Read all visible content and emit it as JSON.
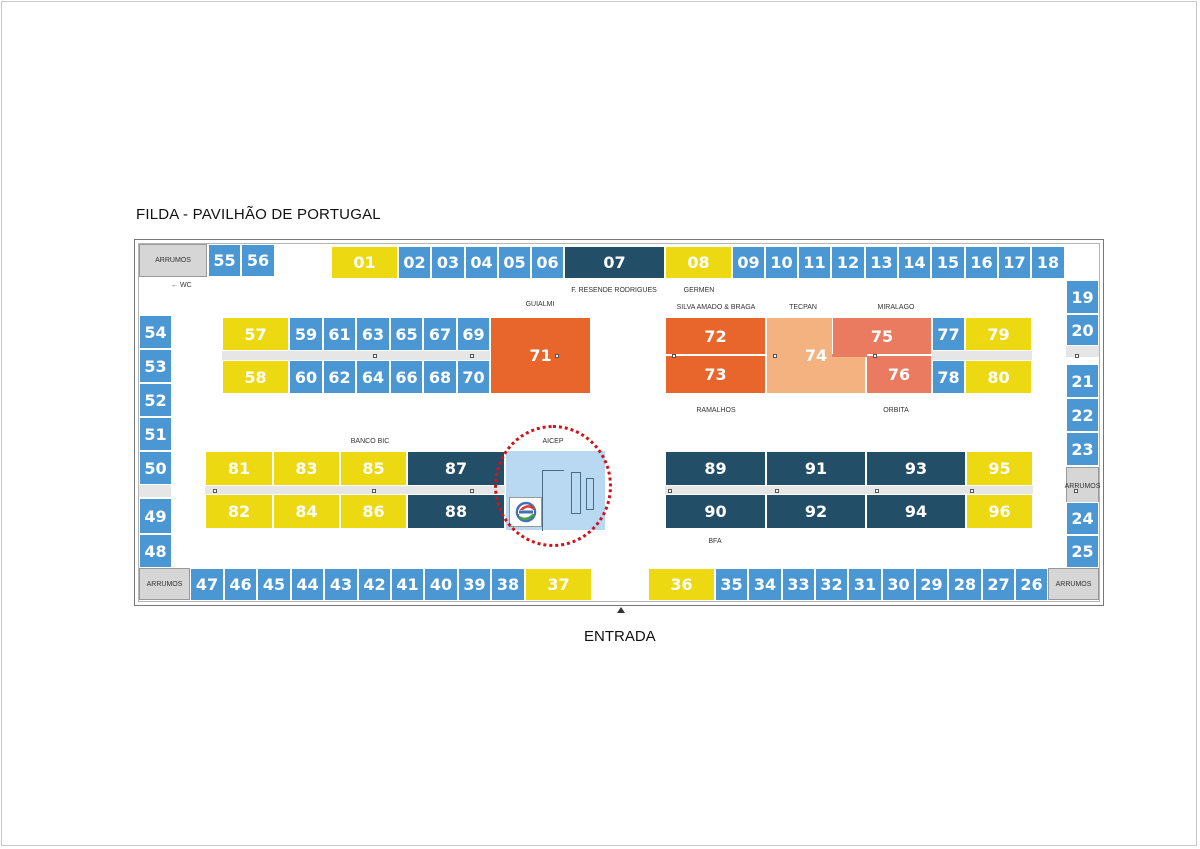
{
  "title": "FILDA - PAVILHÃO DE PORTUGAL",
  "entrance_label": "ENTRADA",
  "wc_label": "WC",
  "storage_label": "ARRUMOS",
  "colors": {
    "blue": "#4b97d4",
    "yellow": "#ecd912",
    "navy": "#224e68",
    "orange": "#e8652c",
    "peach": "#f4b281",
    "salmon": "#eb7b60",
    "light_blue": "#b9d9f2",
    "highlight": "#d0121b"
  },
  "booths": [
    {
      "id": "01",
      "color": "yellow"
    },
    {
      "id": "02",
      "color": "blue"
    },
    {
      "id": "03",
      "color": "blue"
    },
    {
      "id": "04",
      "color": "blue"
    },
    {
      "id": "05",
      "color": "blue"
    },
    {
      "id": "06",
      "color": "blue"
    },
    {
      "id": "07",
      "color": "navy"
    },
    {
      "id": "08",
      "color": "yellow"
    },
    {
      "id": "09",
      "color": "blue"
    },
    {
      "id": "10",
      "color": "blue"
    },
    {
      "id": "11",
      "color": "blue"
    },
    {
      "id": "12",
      "color": "blue"
    },
    {
      "id": "13",
      "color": "blue"
    },
    {
      "id": "14",
      "color": "blue"
    },
    {
      "id": "15",
      "color": "blue"
    },
    {
      "id": "16",
      "color": "blue"
    },
    {
      "id": "17",
      "color": "blue"
    },
    {
      "id": "18",
      "color": "blue"
    },
    {
      "id": "19",
      "color": "blue"
    },
    {
      "id": "20",
      "color": "blue"
    },
    {
      "id": "21",
      "color": "blue"
    },
    {
      "id": "22",
      "color": "blue"
    },
    {
      "id": "23",
      "color": "blue"
    },
    {
      "id": "24",
      "color": "blue"
    },
    {
      "id": "25",
      "color": "blue"
    },
    {
      "id": "26",
      "color": "blue"
    },
    {
      "id": "27",
      "color": "blue"
    },
    {
      "id": "28",
      "color": "blue"
    },
    {
      "id": "29",
      "color": "blue"
    },
    {
      "id": "30",
      "color": "blue"
    },
    {
      "id": "31",
      "color": "blue"
    },
    {
      "id": "32",
      "color": "blue"
    },
    {
      "id": "33",
      "color": "blue"
    },
    {
      "id": "34",
      "color": "blue"
    },
    {
      "id": "35",
      "color": "blue"
    },
    {
      "id": "36",
      "color": "yellow"
    },
    {
      "id": "37",
      "color": "yellow"
    },
    {
      "id": "38",
      "color": "blue"
    },
    {
      "id": "39",
      "color": "blue"
    },
    {
      "id": "40",
      "color": "blue"
    },
    {
      "id": "41",
      "color": "blue"
    },
    {
      "id": "42",
      "color": "blue"
    },
    {
      "id": "43",
      "color": "blue"
    },
    {
      "id": "44",
      "color": "blue"
    },
    {
      "id": "45",
      "color": "blue"
    },
    {
      "id": "46",
      "color": "blue"
    },
    {
      "id": "47",
      "color": "blue"
    },
    {
      "id": "48",
      "color": "blue"
    },
    {
      "id": "49",
      "color": "blue"
    },
    {
      "id": "50",
      "color": "blue"
    },
    {
      "id": "51",
      "color": "blue"
    },
    {
      "id": "52",
      "color": "blue"
    },
    {
      "id": "53",
      "color": "blue"
    },
    {
      "id": "54",
      "color": "blue"
    },
    {
      "id": "55",
      "color": "blue"
    },
    {
      "id": "56",
      "color": "blue"
    },
    {
      "id": "57",
      "color": "yellow"
    },
    {
      "id": "58",
      "color": "yellow"
    },
    {
      "id": "59",
      "color": "blue"
    },
    {
      "id": "60",
      "color": "blue"
    },
    {
      "id": "61",
      "color": "blue"
    },
    {
      "id": "62",
      "color": "blue"
    },
    {
      "id": "63",
      "color": "blue"
    },
    {
      "id": "64",
      "color": "blue"
    },
    {
      "id": "65",
      "color": "blue"
    },
    {
      "id": "66",
      "color": "blue"
    },
    {
      "id": "67",
      "color": "blue"
    },
    {
      "id": "68",
      "color": "blue"
    },
    {
      "id": "69",
      "color": "blue"
    },
    {
      "id": "70",
      "color": "blue"
    },
    {
      "id": "71",
      "color": "orange"
    },
    {
      "id": "72",
      "color": "orange"
    },
    {
      "id": "73",
      "color": "orange"
    },
    {
      "id": "74",
      "color": "peach"
    },
    {
      "id": "75",
      "color": "salmon"
    },
    {
      "id": "76",
      "color": "salmon"
    },
    {
      "id": "77",
      "color": "blue"
    },
    {
      "id": "78",
      "color": "blue"
    },
    {
      "id": "79",
      "color": "yellow"
    },
    {
      "id": "80",
      "color": "yellow"
    },
    {
      "id": "81",
      "color": "yellow"
    },
    {
      "id": "82",
      "color": "yellow"
    },
    {
      "id": "83",
      "color": "yellow"
    },
    {
      "id": "84",
      "color": "yellow"
    },
    {
      "id": "85",
      "color": "yellow"
    },
    {
      "id": "86",
      "color": "yellow"
    },
    {
      "id": "87",
      "color": "navy"
    },
    {
      "id": "88",
      "color": "navy"
    },
    {
      "id": "89",
      "color": "navy"
    },
    {
      "id": "90",
      "color": "navy"
    },
    {
      "id": "91",
      "color": "navy"
    },
    {
      "id": "92",
      "color": "navy"
    },
    {
      "id": "93",
      "color": "navy"
    },
    {
      "id": "94",
      "color": "navy"
    },
    {
      "id": "95",
      "color": "yellow"
    },
    {
      "id": "96",
      "color": "yellow"
    }
  ],
  "exhibitor_labels": [
    {
      "key": "guialmi",
      "text": "GUIALMI"
    },
    {
      "key": "f-resende",
      "text": "F. RESENDE RODRIGUES"
    },
    {
      "key": "germen",
      "text": "GERMEN"
    },
    {
      "key": "silva-amado",
      "text": "SILVA AMADO & BRAGA"
    },
    {
      "key": "tecpan",
      "text": "TECPAN"
    },
    {
      "key": "miralago",
      "text": "MIRALAGO"
    },
    {
      "key": "ramalhos",
      "text": "RAMALHOS"
    },
    {
      "key": "orbita",
      "text": "ORBITA"
    },
    {
      "key": "banco-bic",
      "text": "BANCO BIC"
    },
    {
      "key": "aicep",
      "text": "AICEP"
    },
    {
      "key": "bfa",
      "text": "BFA"
    }
  ]
}
